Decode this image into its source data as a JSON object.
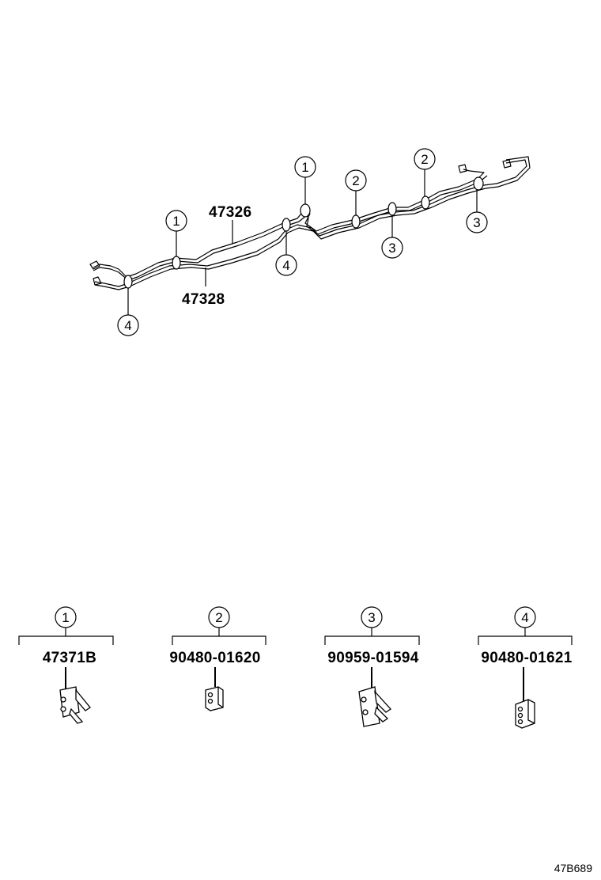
{
  "diagram": {
    "tube_labels": {
      "upper_tube": "47326",
      "lower_tube": "47328"
    },
    "callouts": [
      "1",
      "1",
      "2",
      "2",
      "4",
      "3",
      "3",
      "4"
    ],
    "parts": [
      {
        "index": "1",
        "part_number": "47371B"
      },
      {
        "index": "2",
        "part_number": "90480-01620"
      },
      {
        "index": "3",
        "part_number": "90959-01594"
      },
      {
        "index": "4",
        "part_number": "90480-01621"
      }
    ],
    "reference_code": "47B689",
    "line_color": "#000000"
  }
}
